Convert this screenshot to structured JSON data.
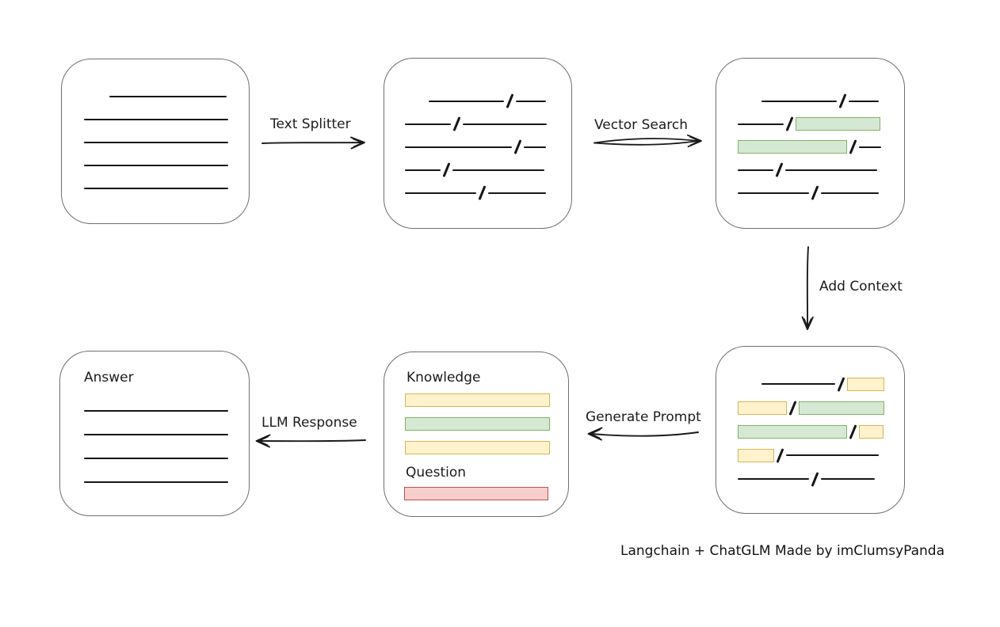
{
  "caption": "Langchain + ChatGLM Made by imClumsyPanda",
  "edges": {
    "text_splitter": {
      "label": "Text Splitter",
      "direction": "right"
    },
    "vector_search": {
      "label": "Vector Search",
      "direction": "right"
    },
    "add_context": {
      "label": "Add Context",
      "direction": "down"
    },
    "generate_prompt": {
      "label": "Generate Prompt",
      "direction": "left"
    },
    "llm_response": {
      "label": "LLM Response",
      "direction": "left"
    }
  },
  "colors": {
    "ink": "#161616",
    "box_border": "#6f6f6f",
    "green_fill": "#d5e8d4",
    "green_stroke": "#82b366",
    "yellow_fill": "#fff2cc",
    "yellow_stroke": "#d6b656",
    "red_fill": "#f8cecc",
    "red_stroke": "#b85450"
  },
  "boxes": {
    "document": {
      "rows": [
        {
          "indent": 32,
          "segments": [
            {
              "type": "line",
              "w": 148
            }
          ]
        },
        {
          "indent": 0,
          "segments": [
            {
              "type": "line",
              "w": 182
            }
          ]
        },
        {
          "indent": 0,
          "segments": [
            {
              "type": "line",
              "w": 182
            }
          ]
        },
        {
          "indent": 0,
          "segments": [
            {
              "type": "line",
              "w": 182
            }
          ]
        },
        {
          "indent": 0,
          "segments": [
            {
              "type": "line",
              "w": 182
            }
          ]
        }
      ]
    },
    "chunks": {
      "rows": [
        {
          "indent": 30,
          "segments": [
            {
              "type": "line",
              "w": 95
            },
            {
              "type": "slash"
            },
            {
              "type": "line",
              "w": 38
            }
          ]
        },
        {
          "indent": 0,
          "segments": [
            {
              "type": "line",
              "w": 58
            },
            {
              "type": "slash"
            },
            {
              "type": "line",
              "w": 106
            }
          ]
        },
        {
          "indent": 0,
          "segments": [
            {
              "type": "line",
              "w": 135
            },
            {
              "type": "slash"
            },
            {
              "type": "line",
              "w": 28
            }
          ]
        },
        {
          "indent": 0,
          "segments": [
            {
              "type": "line",
              "w": 45
            },
            {
              "type": "slash"
            },
            {
              "type": "line",
              "w": 116
            }
          ]
        },
        {
          "indent": 0,
          "segments": [
            {
              "type": "line",
              "w": 90
            },
            {
              "type": "slash"
            },
            {
              "type": "line",
              "w": 73
            }
          ]
        }
      ]
    },
    "matched_chunks": {
      "rows": [
        {
          "indent": 30,
          "segments": [
            {
              "type": "line",
              "w": 95
            },
            {
              "type": "slash"
            },
            {
              "type": "line",
              "w": 38
            }
          ]
        },
        {
          "indent": 0,
          "segments": [
            {
              "type": "line",
              "w": 58
            },
            {
              "type": "slash"
            },
            {
              "type": "green",
              "w": 107
            }
          ]
        },
        {
          "indent": 0,
          "segments": [
            {
              "type": "green",
              "w": 138
            },
            {
              "type": "slash"
            },
            {
              "type": "line",
              "w": 28
            }
          ]
        },
        {
          "indent": 0,
          "segments": [
            {
              "type": "line",
              "w": 45
            },
            {
              "type": "slash"
            },
            {
              "type": "line",
              "w": 116
            }
          ]
        },
        {
          "indent": 0,
          "segments": [
            {
              "type": "line",
              "w": 90
            },
            {
              "type": "slash"
            },
            {
              "type": "line",
              "w": 73
            }
          ]
        }
      ]
    },
    "context_chunks": {
      "rows": [
        {
          "indent": 30,
          "segments": [
            {
              "type": "line",
              "w": 93
            },
            {
              "type": "slash"
            },
            {
              "type": "yellow",
              "w": 47
            }
          ]
        },
        {
          "indent": 0,
          "segments": [
            {
              "type": "yellow",
              "w": 62
            },
            {
              "type": "slash"
            },
            {
              "type": "green",
              "w": 108
            }
          ]
        },
        {
          "indent": 0,
          "segments": [
            {
              "type": "green",
              "w": 138
            },
            {
              "type": "slash"
            },
            {
              "type": "yellow",
              "w": 31
            }
          ]
        },
        {
          "indent": 0,
          "segments": [
            {
              "type": "yellow",
              "w": 46
            },
            {
              "type": "slash"
            },
            {
              "type": "line",
              "w": 117
            }
          ]
        },
        {
          "indent": 0,
          "segments": [
            {
              "type": "line",
              "w": 90
            },
            {
              "type": "slash"
            },
            {
              "type": "line",
              "w": 68
            }
          ]
        }
      ]
    },
    "prompt": {
      "knowledge_label": "Knowledge",
      "question_label": "Question",
      "knowledge_rows": [
        {
          "indent": 0,
          "segments": [
            {
              "type": "yellow",
              "w": 183
            }
          ]
        },
        {
          "indent": 0,
          "segments": [
            {
              "type": "green",
              "w": 183
            }
          ]
        },
        {
          "indent": 0,
          "segments": [
            {
              "type": "yellow",
              "w": 183
            }
          ]
        }
      ],
      "question_rows": [
        {
          "indent": 0,
          "segments": [
            {
              "type": "red",
              "w": 182
            }
          ]
        }
      ]
    },
    "answer": {
      "label": "Answer",
      "rows": [
        {
          "indent": 0,
          "segments": [
            {
              "type": "line",
              "w": 182
            }
          ]
        },
        {
          "indent": 0,
          "segments": [
            {
              "type": "line",
              "w": 182
            }
          ]
        },
        {
          "indent": 0,
          "segments": [
            {
              "type": "line",
              "w": 182
            }
          ]
        },
        {
          "indent": 0,
          "segments": [
            {
              "type": "line",
              "w": 182
            }
          ]
        }
      ]
    }
  }
}
